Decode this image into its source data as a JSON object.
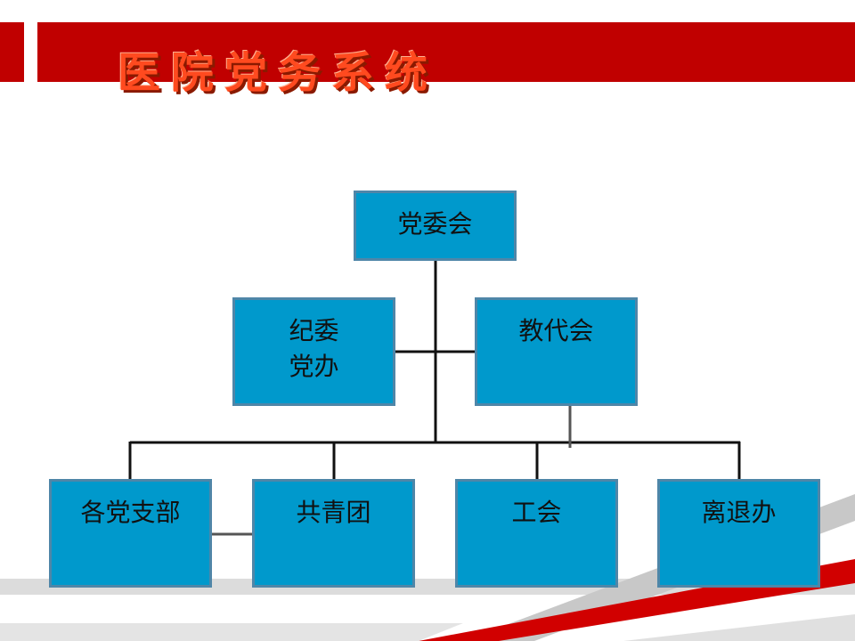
{
  "header": {
    "title": "医院党务系统",
    "bar_color": "#c00000",
    "title_color": "#ff4a1f"
  },
  "org_chart": {
    "box_color": "#0099cc",
    "line_color": "#111111",
    "root": "党委会",
    "side_left": [
      "纪委",
      "党办"
    ],
    "side_right": "教代会",
    "children": [
      "各党支部",
      "共青团",
      "工会",
      "离退办"
    ]
  }
}
